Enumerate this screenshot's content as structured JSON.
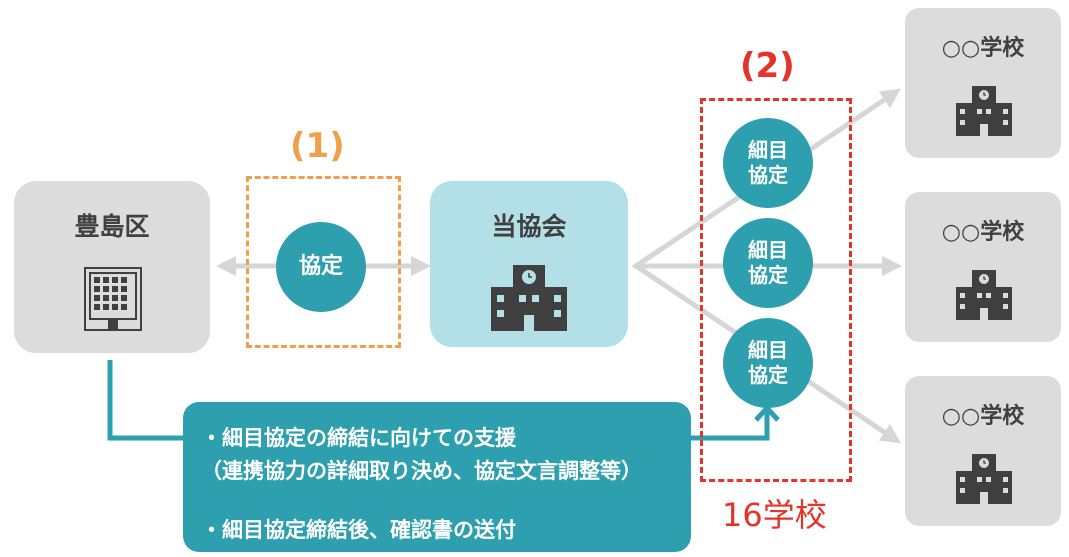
{
  "toshima": {
    "title": "豊島区"
  },
  "association": {
    "title": "当協会"
  },
  "step1": {
    "label": "(1)",
    "circle_text": "協定"
  },
  "step2": {
    "label": "(2)",
    "circles": [
      {
        "line1": "細目",
        "line2": "協定"
      },
      {
        "line1": "細目",
        "line2": "協定"
      },
      {
        "line1": "細目",
        "line2": "協定"
      }
    ],
    "count_label": "16学校"
  },
  "schools": [
    {
      "title": "○○学校"
    },
    {
      "title": "○○学校"
    },
    {
      "title": "○○学校"
    }
  ],
  "callout": {
    "line1": "・細目協定の締結に向けての支援",
    "line2": "（連携協力の詳細取り決め、協定文言調整等）",
    "line3": "・細目協定締結後、確認書の送付"
  },
  "icons": {
    "office": "office-building-icon",
    "school": "school-building-icon"
  },
  "colors": {
    "teal": "#2e9fae",
    "light_teal": "#b3dfe6",
    "gray": "#dcdcdc",
    "orange": "#f0a04b",
    "red": "#e5332a",
    "icon_dark": "#404040"
  }
}
